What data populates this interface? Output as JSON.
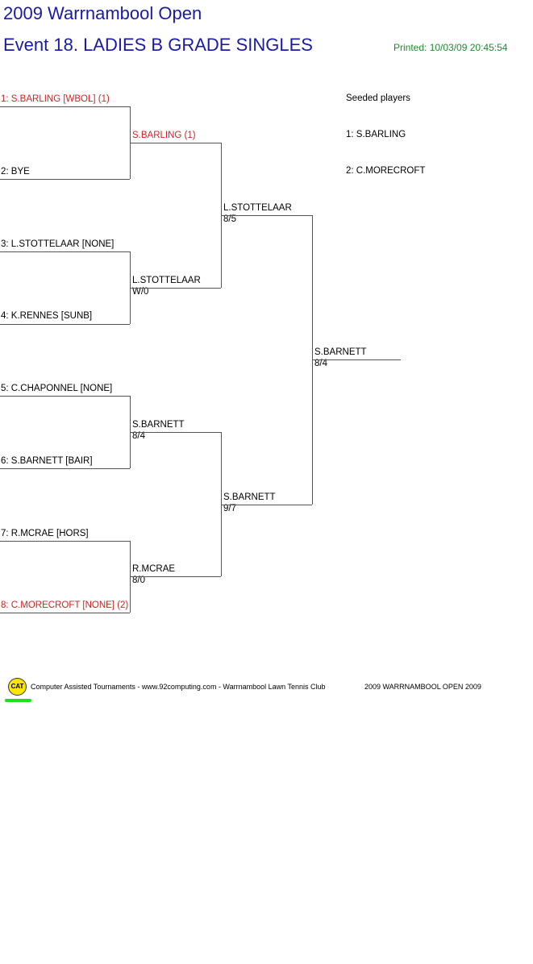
{
  "header": {
    "title": "2009 Warrnambool Open",
    "event": "Event 18. LADIES B GRADE SINGLES",
    "printed": "Printed: 10/03/09 20:45:54"
  },
  "draw": {
    "round1": [
      "1: S.BARLING [WBOL] (1)",
      "2: BYE",
      "3: L.STOTTELAAR [NONE]",
      "4: K.RENNES [SUNB]",
      "5: C.CHAPONNEL [NONE]",
      "6: S.BARNETT [BAIR]",
      "7: R.MCRAE [HORS]",
      "8: C.MORECROFT [NONE] (2)"
    ],
    "round2": [
      {
        "name": "S.BARLING (1)",
        "score": ""
      },
      {
        "name": "L.STOTTELAAR",
        "score": "W/0"
      },
      {
        "name": "S.BARNETT",
        "score": "8/4"
      },
      {
        "name": "R.MCRAE",
        "score": "8/0"
      }
    ],
    "semis": [
      {
        "name": "L.STOTTELAAR",
        "score": "8/5"
      },
      {
        "name": "S.BARNETT",
        "score": "9/7"
      }
    ],
    "winner": {
      "name": "S.BARNETT",
      "score": "8/4"
    }
  },
  "seeds": {
    "heading": "Seeded players",
    "list": [
      "1: S.BARLING",
      "2: C.MORECROFT"
    ]
  },
  "footer": {
    "logo": "CAT",
    "text": "Computer Assisted Tournaments - www.92computing.com -  Warrnambool Lawn Tennis Club",
    "right": "2009 WARRNAMBOOL OPEN 2009"
  },
  "colors": {
    "title": "#1a1aa8",
    "seeded": "#d61f1f",
    "printed": "#1f8a2e",
    "logo": "#ffe600",
    "logo_underline": "#22dd22"
  }
}
